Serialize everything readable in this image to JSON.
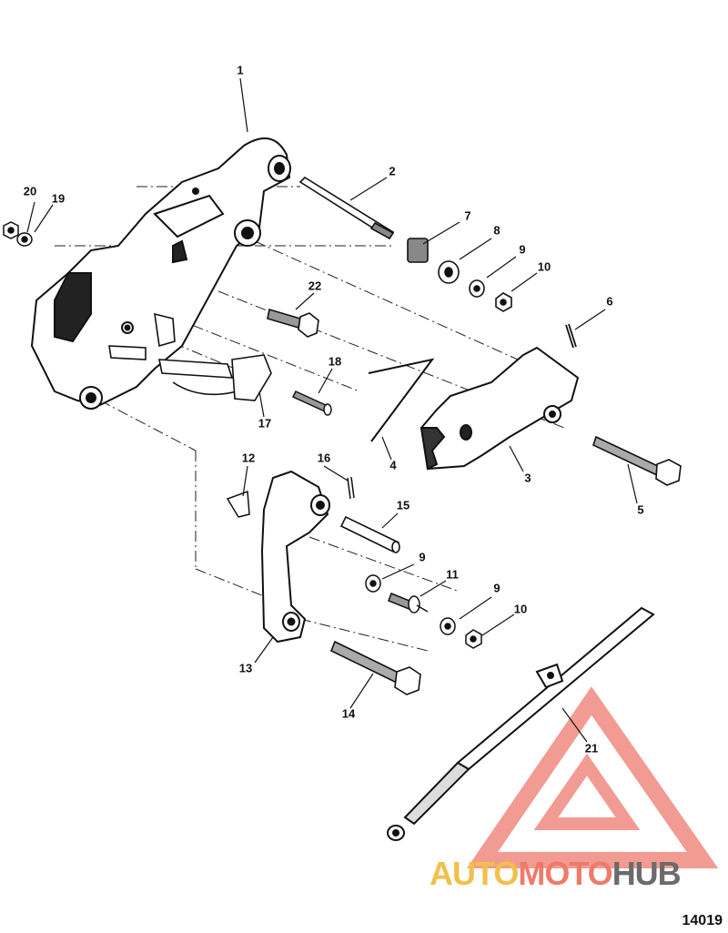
{
  "callouts": [
    {
      "id": "1",
      "text": "1"
    },
    {
      "id": "2",
      "text": "2"
    },
    {
      "id": "3",
      "text": "3"
    },
    {
      "id": "4",
      "text": "4"
    },
    {
      "id": "5",
      "text": "5"
    },
    {
      "id": "6",
      "text": "6"
    },
    {
      "id": "7",
      "text": "7"
    },
    {
      "id": "8",
      "text": "8"
    },
    {
      "id": "9a",
      "text": "9"
    },
    {
      "id": "10a",
      "text": "10"
    },
    {
      "id": "11",
      "text": "11"
    },
    {
      "id": "12",
      "text": "12"
    },
    {
      "id": "13",
      "text": "13"
    },
    {
      "id": "14",
      "text": "14"
    },
    {
      "id": "15",
      "text": "15"
    },
    {
      "id": "16",
      "text": "16"
    },
    {
      "id": "17",
      "text": "17"
    },
    {
      "id": "18",
      "text": "18"
    },
    {
      "id": "19",
      "text": "19"
    },
    {
      "id": "20",
      "text": "20"
    },
    {
      "id": "21",
      "text": "21"
    },
    {
      "id": "22",
      "text": "22"
    },
    {
      "id": "9b",
      "text": "9"
    },
    {
      "id": "9c",
      "text": "9"
    },
    {
      "id": "10b",
      "text": "10"
    }
  ],
  "watermark": {
    "part1": "AUTO",
    "part2": "MOTO",
    "part3": "HUB",
    "colors": {
      "yellow": "#f2c04a",
      "red": "#ef7a6a",
      "gray": "#6b6b6b"
    }
  },
  "figure_number": "14019"
}
